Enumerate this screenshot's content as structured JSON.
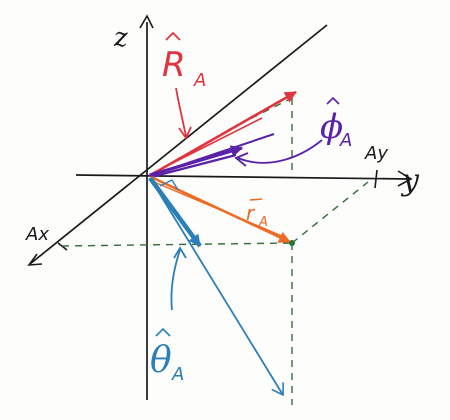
{
  "diagram": {
    "axis_labels": {
      "z": "z",
      "y": "y",
      "ax": "Ax",
      "ay": "Ay"
    },
    "vector_labels": {
      "r_hat": "R",
      "r_hat_sub": "A",
      "phi_hat": "ϕ",
      "phi_hat_sub": "A",
      "theta_hat": "θ",
      "theta_hat_sub": "A",
      "r_vec": "r",
      "r_vec_sub": "A"
    },
    "colors": {
      "axes": "#1a1a1a",
      "r_hat": "#e0353f",
      "phi_hat": "#5a22a8",
      "r_vec": "#ee6a24",
      "theta_hat": "#2a7fb8",
      "projection": "#2f6f3a"
    }
  }
}
